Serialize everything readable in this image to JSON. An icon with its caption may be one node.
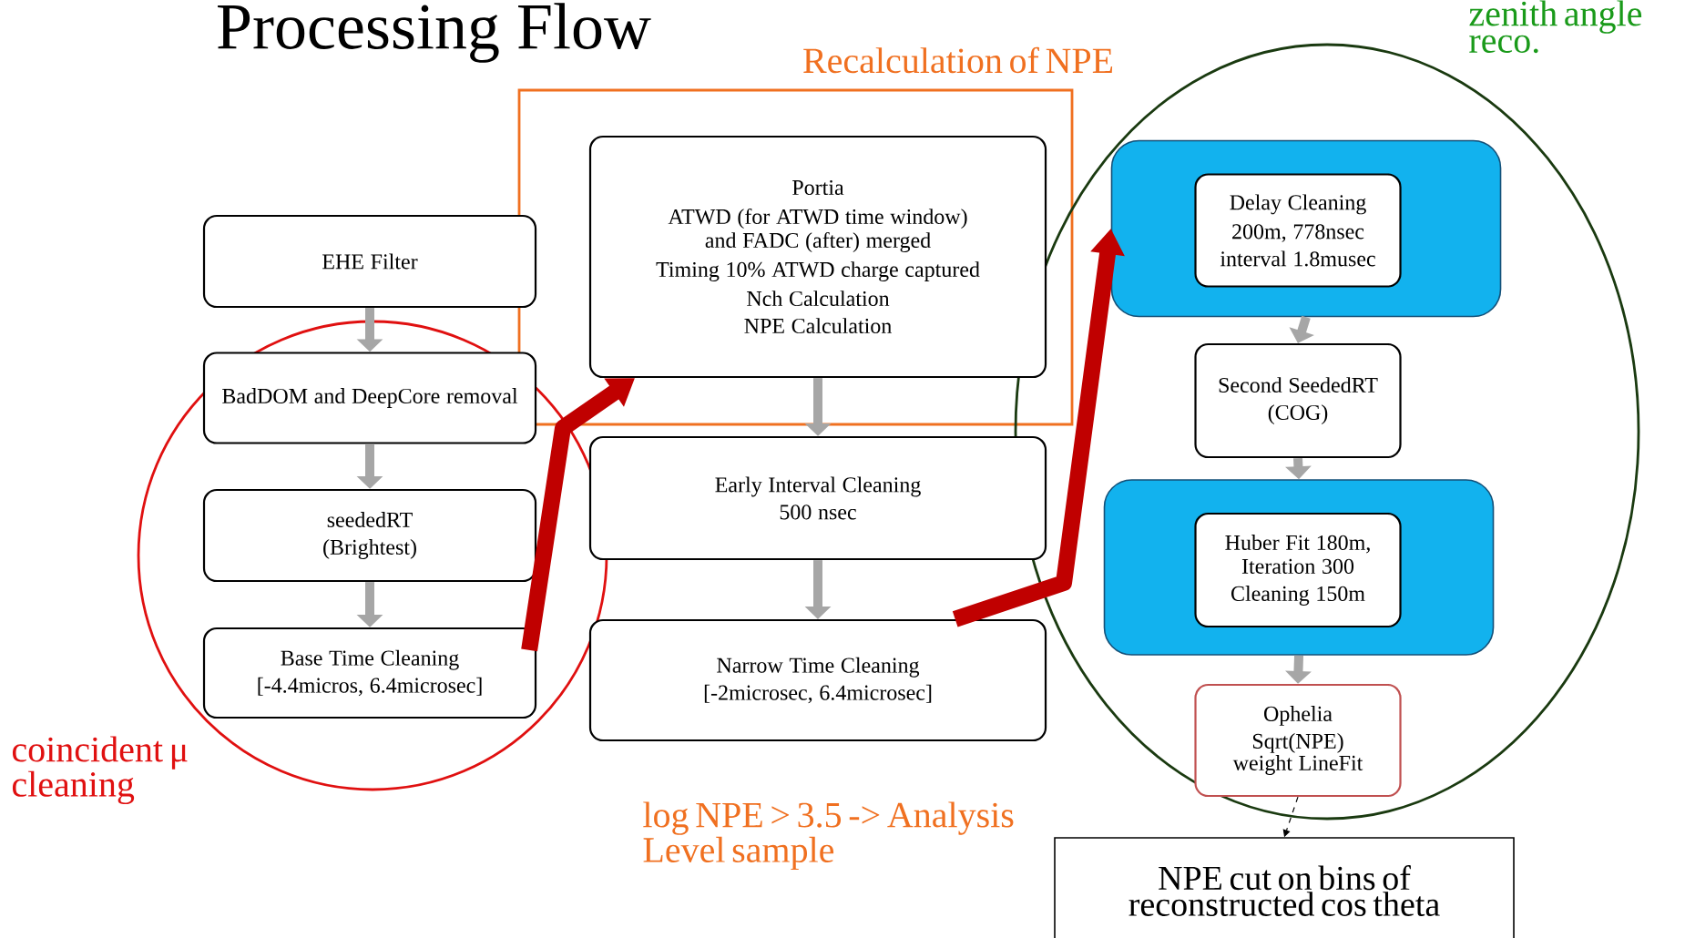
{
  "diagram": {
    "title": "Processing Flow",
    "nodes": [
      {
        "text": [
          "EHE Filter"
        ]
      },
      {
        "text": [
          "BadDOM and DeepCore removal"
        ]
      },
      {
        "text": [
          "seededRT",
          "(Brightest)"
        ]
      },
      {
        "text": [
          "Base Time Cleaning",
          "[-4.4micros, 6.4microsec]"
        ]
      },
      {
        "text": [
          "Portia",
          "ATWD (for ATWD time window) and FADC (after) merged",
          "Timing 10% ATWD charge captured",
          "Nch Calculation",
          "NPE Calculation"
        ]
      },
      {
        "text": [
          "Early Interval Cleaning",
          "500 nsec"
        ]
      },
      {
        "text": [
          "Narrow Time Cleaning",
          "[-2microsec, 6.4microsec]"
        ]
      },
      {
        "text": [],
        "shape": "box"
      },
      {
        "text": [
          "Delay Cleaning",
          "200m, 778nsec",
          "interval 1.8musec"
        ],
        "in": 7
      },
      {
        "text": [
          "Second SeededRT",
          "(COG)"
        ]
      },
      {
        "text": [],
        "shape": "box"
      },
      {
        "text": [
          "Huber Fit 180m, Iteration 300",
          "Cleaning 150m"
        ],
        "in": 10
      },
      {
        "text": [
          "Ophelia",
          "Sqrt(NPE) weight LineFit"
        ]
      },
      {
        "text": [
          "NPE cut on bins of reconstructed cos theta"
        ]
      }
    ],
    "edges": [
      {
        "from": 0,
        "to": 1,
        "arrow": "to"
      },
      {
        "from": 1,
        "to": 2,
        "arrow": "to"
      },
      {
        "from": 2,
        "to": 3,
        "arrow": "to"
      },
      {
        "from": 3,
        "to": 4,
        "arrow": "to",
        "style": "thick",
        "color": "#c00000"
      },
      {
        "from": 4,
        "to": 5,
        "arrow": "to"
      },
      {
        "from": 5,
        "to": 6,
        "arrow": "to"
      },
      {
        "from": 6,
        "to": 7,
        "arrow": "to",
        "style": "thick",
        "color": "#c00000"
      },
      {
        "from": 7,
        "to": 9,
        "arrow": "to"
      },
      {
        "from": 9,
        "to": 10,
        "arrow": "to"
      },
      {
        "from": 10,
        "to": 12,
        "arrow": "to"
      },
      {
        "from": 12,
        "to": 13,
        "arrow": "to",
        "style": "dashed",
        "color": "#000000"
      }
    ],
    "labels": [
      "zenith angle reco.",
      "Recalculation of NPE",
      "coincident μ cleaning",
      "log NPE > 3.5 -> Analysis Level sample"
    ]
  }
}
